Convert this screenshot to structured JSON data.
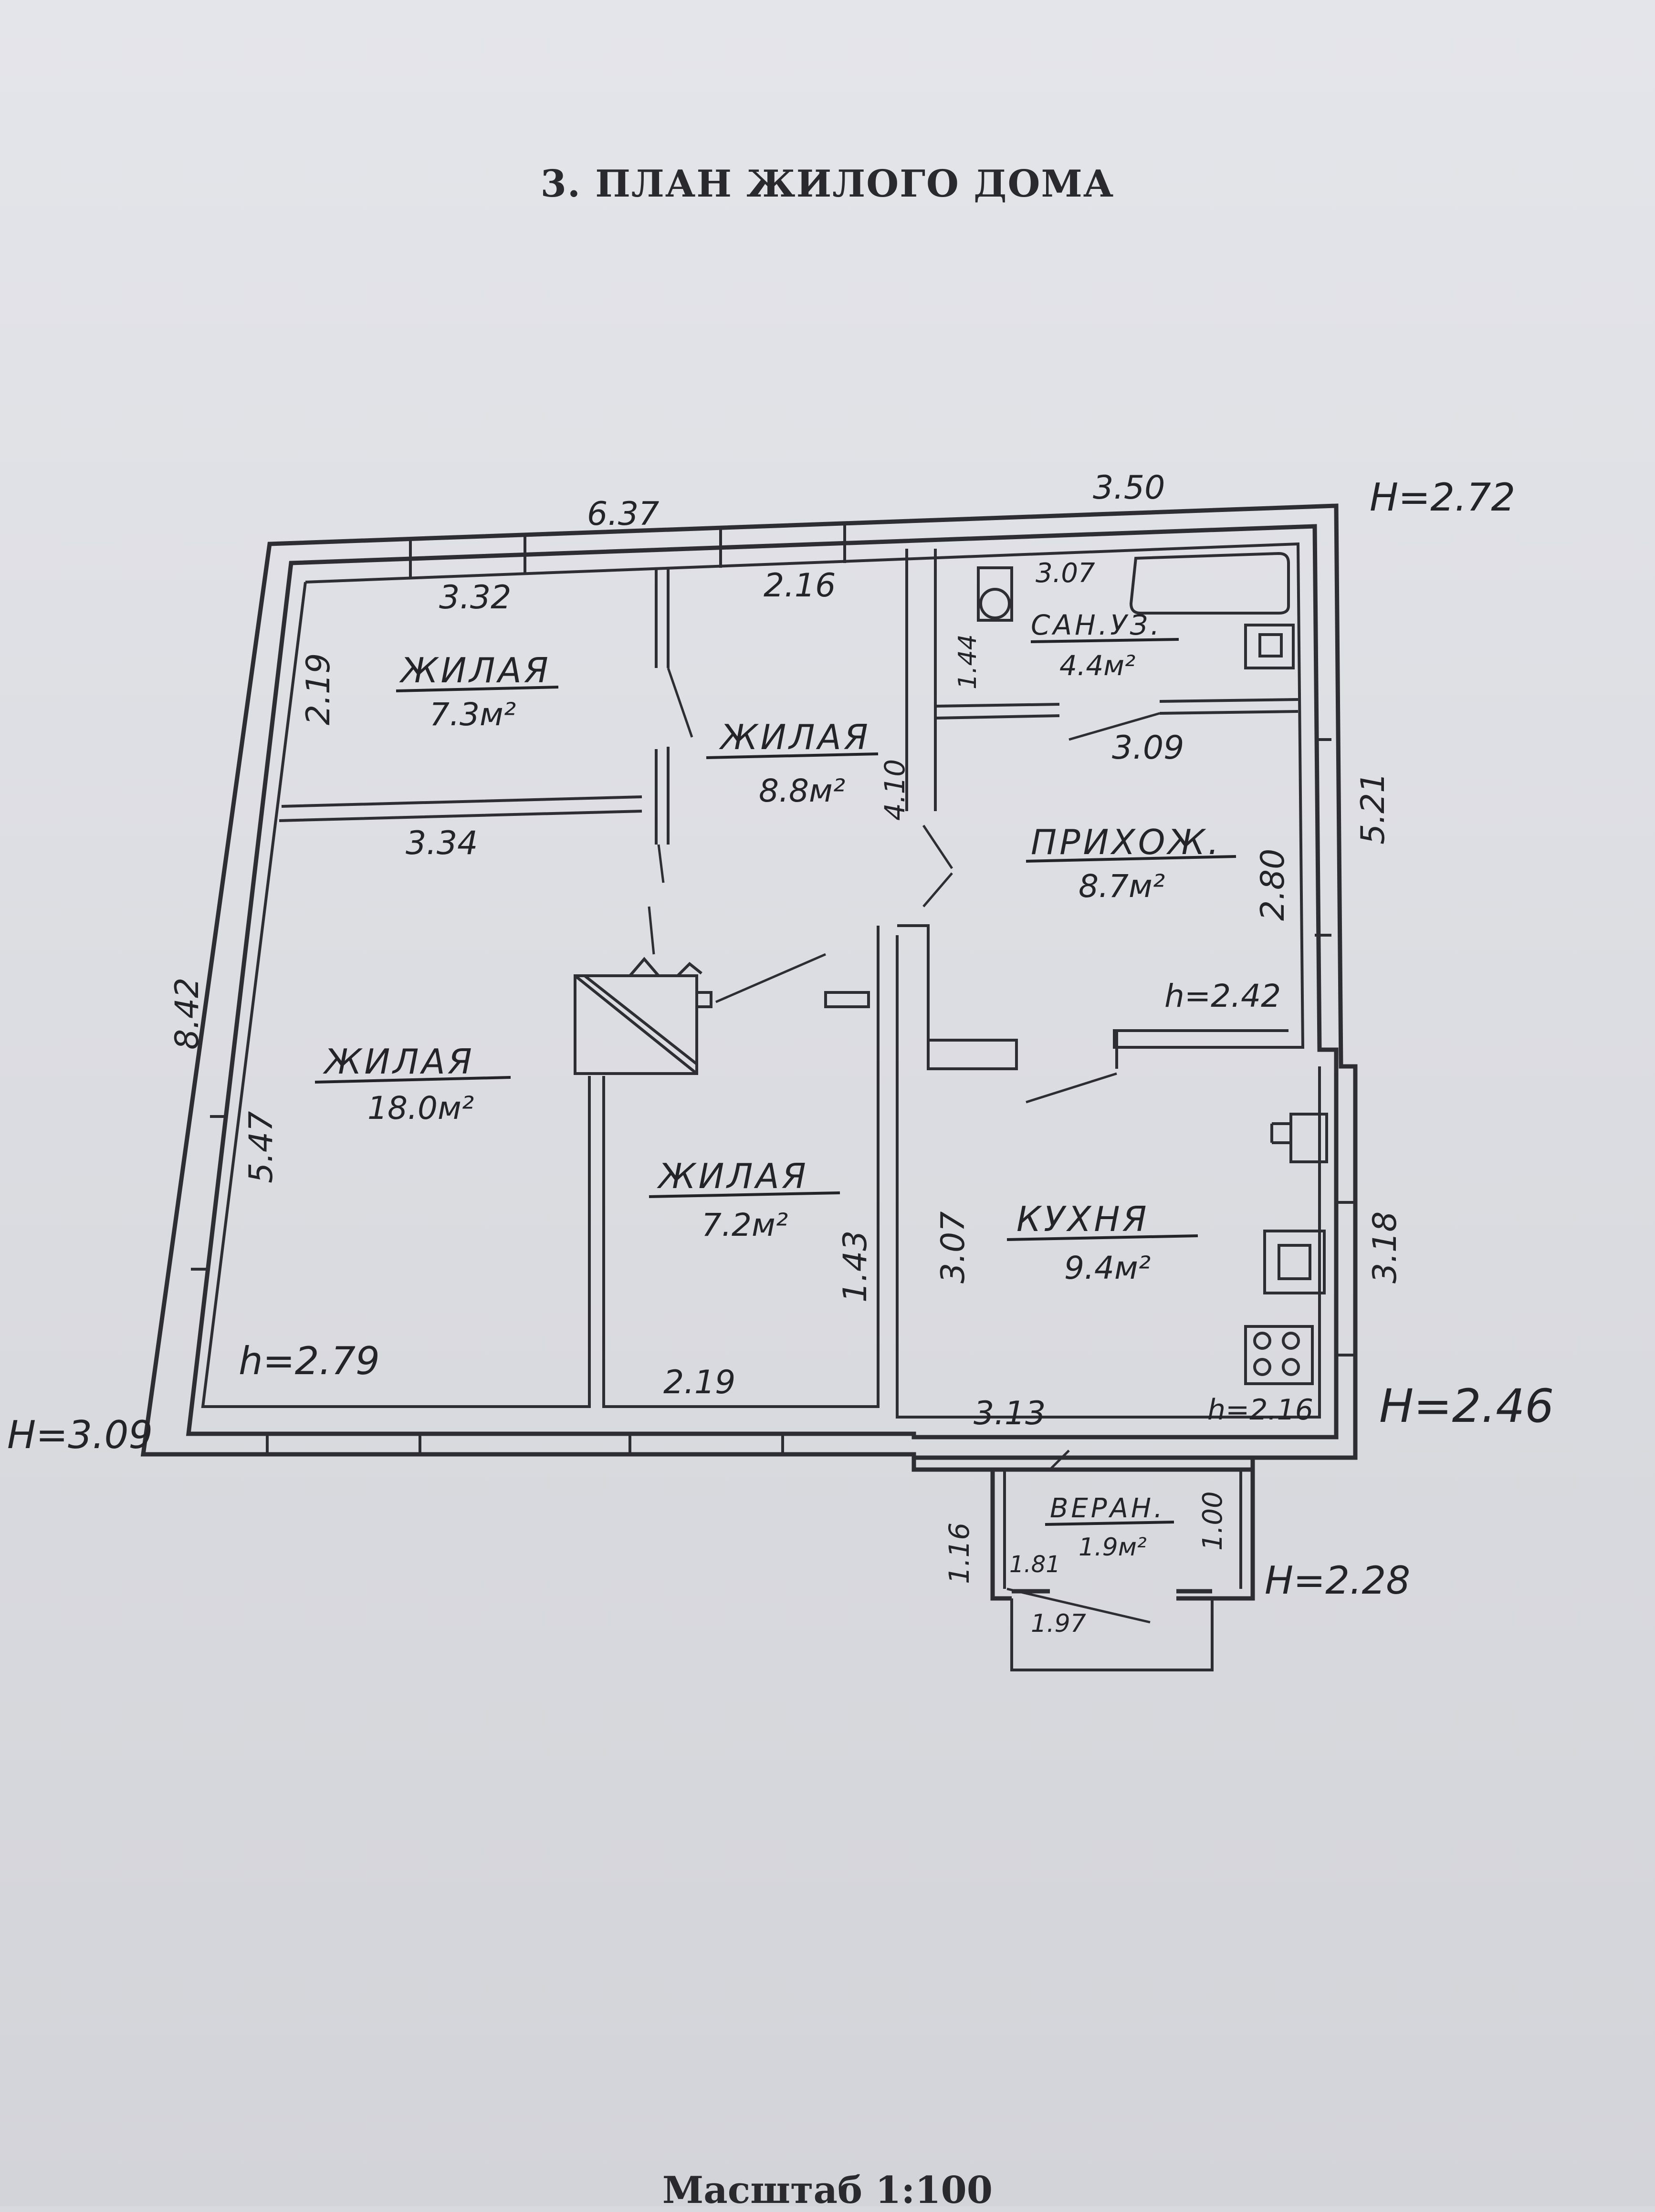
{
  "document": {
    "title": "3. ПЛАН ЖИЛОГО ДОМА",
    "scale_caption": "Масштаб 1:100"
  },
  "rooms": [
    {
      "id": "living-1",
      "name": "ЖИЛАЯ",
      "area": "7.3м²"
    },
    {
      "id": "living-2",
      "name": "ЖИЛАЯ",
      "area": "8.8м²"
    },
    {
      "id": "bathroom",
      "name": "САН.УЗ.",
      "area": "4.4м²"
    },
    {
      "id": "hallway",
      "name": "ПРИХОЖ.",
      "area": "8.7м²"
    },
    {
      "id": "living-3",
      "name": "ЖИЛАЯ",
      "area": "18.0м²"
    },
    {
      "id": "living-4",
      "name": "ЖИЛАЯ",
      "area": "7.2м²"
    },
    {
      "id": "kitchen",
      "name": "КУХНЯ",
      "area": "9.4м²"
    },
    {
      "id": "veranda",
      "name": "ВЕРАН.",
      "area": "1.9м²"
    }
  ],
  "dimensions": {
    "top_left_outer": "6.37",
    "top_right_outer": "3.50",
    "living1_width": "3.32",
    "living2_width": "2.16",
    "bath_width": "3.07",
    "bath_depth": "1.44",
    "hall_width": "3.09",
    "right_outer_upper": "5.21",
    "hall_depth": "2.80",
    "living1_depth": "2.19",
    "living3_top_width": "3.34",
    "living2_depth": "4.10",
    "left_outer": "8.42",
    "living3_depth": "5.47",
    "living4_depth": "1.43",
    "kitchen_left_depth": "3.07",
    "right_outer_lower": "3.18",
    "living4_width": "2.19",
    "kitchen_width": "3.13",
    "veranda_left": "1.16",
    "veranda_right": "1.00",
    "veranda_inner_width": "1.81",
    "veranda_outer_width": "1.97"
  },
  "heights": {
    "outer_top_right": "Н=2.72",
    "outer_left": "Н=3.09",
    "outer_right": "Н=2.46",
    "veranda_outer": "Н=2.28",
    "inner_living3": "h=2.79",
    "inner_hall": "h=2.42",
    "inner_kitchen": "h=2.16"
  }
}
